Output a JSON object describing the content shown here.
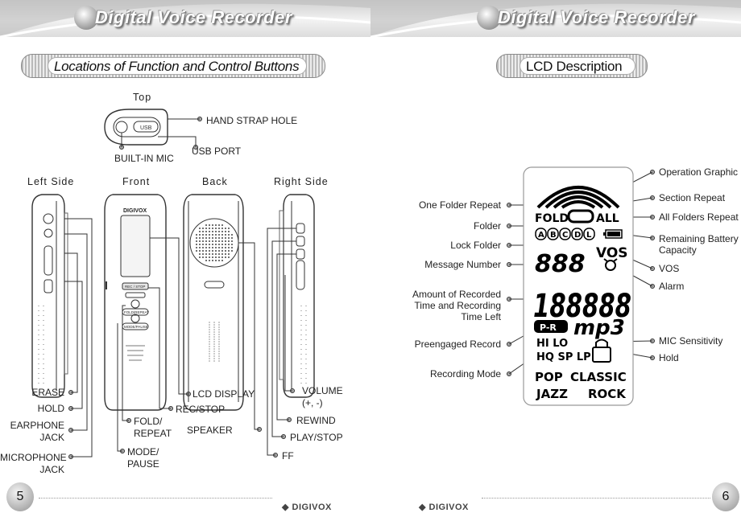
{
  "left_page": {
    "banner_title": "Digital Voice Recorder",
    "section_title": "Locations of Function and Control Buttons",
    "view_top": "Top",
    "view_left_side": "Left Side",
    "view_front": "Front",
    "view_back": "Back",
    "view_right_side": "Right Side",
    "top_labels": {
      "hand_strap_hole": "HAND STRAP HOLE",
      "built_in_mic": "BUILT-IN MIC",
      "usb_port": "USB PORT"
    },
    "left_side_labels": {
      "erase": "ERASE",
      "hold": "HOLD",
      "earphone_1": "EARPHONE",
      "earphone_2": "JACK",
      "microphone_1": "MICROPHONE",
      "microphone_2": "JACK"
    },
    "front_labels": {
      "lcd_display": "LCD DISPLAY",
      "rec_stop": "REC/STOP",
      "speaker": "SPEAKER",
      "fold_1": "FOLD/",
      "fold_2": "REPEAT",
      "mode_1": "MODE/",
      "mode_2": "PAUSE"
    },
    "right_side_labels": {
      "volume_1": "VOLUME",
      "volume_2": "(+, -)",
      "rewind": "REWIND",
      "play_stop": "PLAY/STOP",
      "ff": "FF"
    },
    "device_text": {
      "brand": "DIGIVOX",
      "usb": "USB",
      "front_rec_stop": "REC / STOP",
      "front_fold": "FOLD/REPEAT",
      "front_mode": "MODE/PAUSE"
    },
    "page_number": "5",
    "footer_brand": "DIGIVOX"
  },
  "right_page": {
    "banner_title": "Digital Voice Recorder",
    "section_title": "LCD Description",
    "left_labels": {
      "one_folder_repeat": "One Folder Repeat",
      "folder": "Folder",
      "lock_folder": "Lock Folder",
      "message_number": "Message Number",
      "amount_1": "Amount of Recorded",
      "amount_2": "Time and Recording",
      "amount_3": "Time Left",
      "preengaged_record": "Preengaged Record",
      "recording_mode": "Recording Mode"
    },
    "right_labels": {
      "operation_graphic": "Operation Graphic",
      "section_repeat": "Section Repeat",
      "all_folders_repeat": "All Folders Repeat",
      "battery_1": "Remaining Battery",
      "battery_2": "Capacity",
      "vos": "VOS",
      "alarm": "Alarm",
      "mic_sensitivity": "MIC Sensitivity",
      "hold": "Hold"
    },
    "lcd": {
      "fold": "FOLD",
      "all": "ALL",
      "folders": [
        "A",
        "B",
        "C",
        "D",
        "L"
      ],
      "message_digits": "888",
      "vos": "VOS",
      "time_digits": "188888",
      "pr": "P-R",
      "mp3": "mp3",
      "hilo": "HI LO",
      "hqsplp": "HQ SP LP",
      "pop": "POP",
      "classic": "CLASSIC",
      "jazz": "JAZZ",
      "rock": "ROCK"
    },
    "page_number": "6",
    "footer_brand": "DIGIVOX"
  }
}
